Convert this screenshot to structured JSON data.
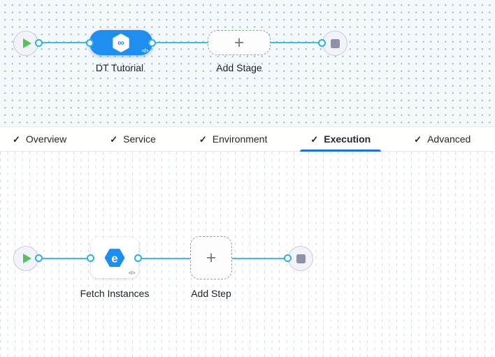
{
  "colors": {
    "accent_blue": "#1e8ff0",
    "connector_blue": "#3bbcf0",
    "tab_underline_blue": "#1a76d2",
    "play_green": "#55c25c",
    "stop_gray": "#8f91a8"
  },
  "icons": {
    "check": "✓",
    "plus": "+",
    "code": "</>",
    "infinity": "∞",
    "step_e": "e"
  },
  "stage_pipeline": {
    "stage_label": "DT Tutorial",
    "add_stage_label": "Add Stage"
  },
  "tabs": [
    {
      "label": "Overview",
      "checked": true,
      "active": false
    },
    {
      "label": "Service",
      "checked": true,
      "active": false
    },
    {
      "label": "Environment",
      "checked": true,
      "active": false
    },
    {
      "label": "Execution",
      "checked": true,
      "active": true
    },
    {
      "label": "Advanced",
      "checked": true,
      "active": false
    }
  ],
  "execution_graph": {
    "step_label": "Fetch Instances",
    "add_step_label": "Add Step"
  }
}
